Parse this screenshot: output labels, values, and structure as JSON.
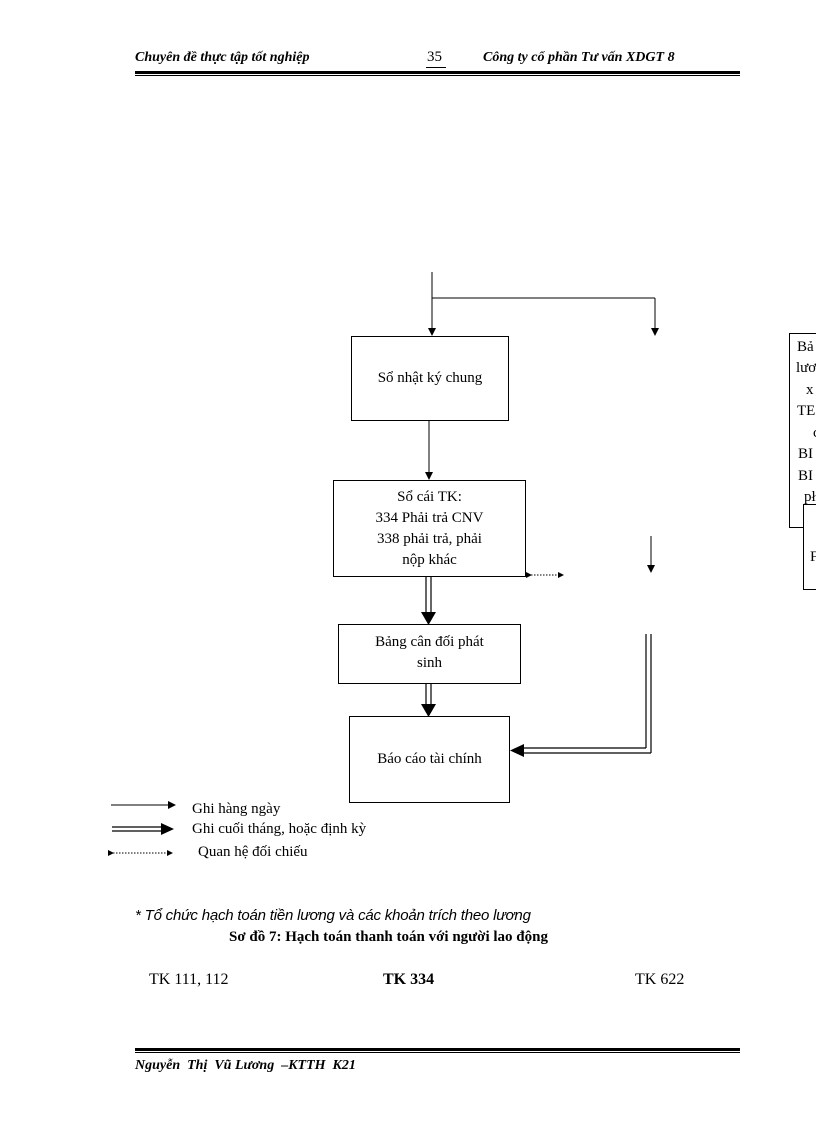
{
  "header": {
    "left": "Chuyên  đề thực tập tốt nghiệp",
    "page_number": "35",
    "right": "Công ty cổ phần Tư vấn XDGT 8"
  },
  "flowchart": {
    "box_journal": "Sổ nhật ký chung",
    "box_ledger_lines": [
      "Sổ cái TK:",
      "334 Phải trả CNV",
      "338 phải trả, phải",
      "nộp khác"
    ],
    "box_trial_balance_lines": [
      "Bảng cân đối phát",
      "sinh"
    ],
    "box_financial_report": "Báo cáo tài chính",
    "clipped_box_lines": [
      "Bả",
      "lươ",
      "x",
      "TE",
      "c",
      "BI",
      "BI",
      "pł"
    ],
    "clipped_box2_text": "F"
  },
  "legend": {
    "daily": "Ghi hàng ngày",
    "periodic": "Ghi cuối tháng, hoặc định kỳ",
    "reconcile": "Quan hệ đối chiếu"
  },
  "caption": {
    "subtitle": "* Tổ chức hạch toán tiền lương và các khoản trích theo lương",
    "title": "Sơ đồ 7: Hạch toán thanh toán với người lao động"
  },
  "accounts": {
    "left": "TK 111, 112",
    "center": "TK 334",
    "right": "TK 622"
  },
  "footer": {
    "author": "Nguyễn  Thị  Vũ Lương  –KTTH  K21"
  }
}
